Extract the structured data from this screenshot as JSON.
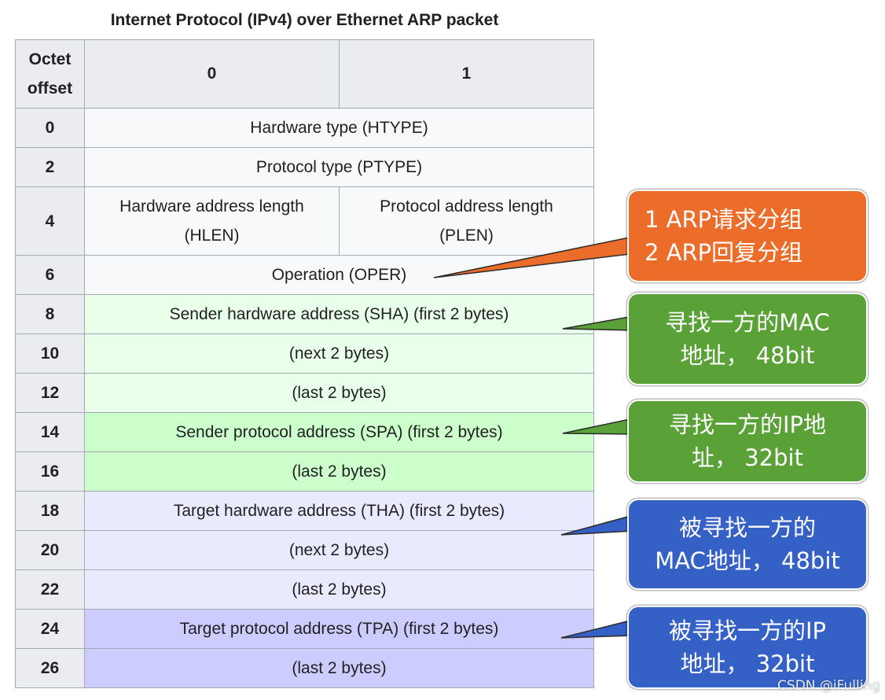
{
  "title": "Internet Protocol (IPv4) over Ethernet ARP packet",
  "header": {
    "offset_label_1": "Octet",
    "offset_label_2": "offset",
    "col0": "0",
    "col1": "1"
  },
  "rows": [
    {
      "offset": "0",
      "text": "Hardware type (HTYPE)"
    },
    {
      "offset": "2",
      "text": "Protocol type (PTYPE)"
    },
    {
      "offset": "4",
      "left_1": "Hardware address length",
      "left_2": "(HLEN)",
      "right_1": "Protocol address length",
      "right_2": "(PLEN)"
    },
    {
      "offset": "6",
      "text": "Operation (OPER)"
    },
    {
      "offset": "8",
      "text": "Sender hardware address (SHA) (first 2 bytes)"
    },
    {
      "offset": "10",
      "text": "(next 2 bytes)"
    },
    {
      "offset": "12",
      "text": "(last 2 bytes)"
    },
    {
      "offset": "14",
      "text": "Sender protocol address (SPA) (first 2 bytes)"
    },
    {
      "offset": "16",
      "text": "(last 2 bytes)"
    },
    {
      "offset": "18",
      "text": "Target hardware address (THA) (first 2 bytes)"
    },
    {
      "offset": "20",
      "text": "(next 2 bytes)"
    },
    {
      "offset": "22",
      "text": "(last 2 bytes)"
    },
    {
      "offset": "24",
      "text": "Target protocol address (TPA) (first 2 bytes)"
    },
    {
      "offset": "26",
      "text": "(last 2 bytes)"
    }
  ],
  "callouts": {
    "oper": {
      "line1": "1 ARP请求分组",
      "line2": "2 ARP回复分组",
      "color": "#ec6d2a"
    },
    "sha": {
      "line1": "寻找一方的MAC",
      "line2": "地址， 48bit",
      "color": "#5aa137"
    },
    "spa": {
      "line1": "寻找一方的IP地",
      "line2": "址， 32bit",
      "color": "#5aa137"
    },
    "tha": {
      "line1": "被寻找一方的",
      "line2": "MAC地址， 48bit",
      "color": "#3561c6"
    },
    "tpa": {
      "line1": "被寻找一方的IP",
      "line2": "地址， 32bit",
      "color": "#3561c6"
    }
  },
  "watermark": "CSDN @iFulling"
}
